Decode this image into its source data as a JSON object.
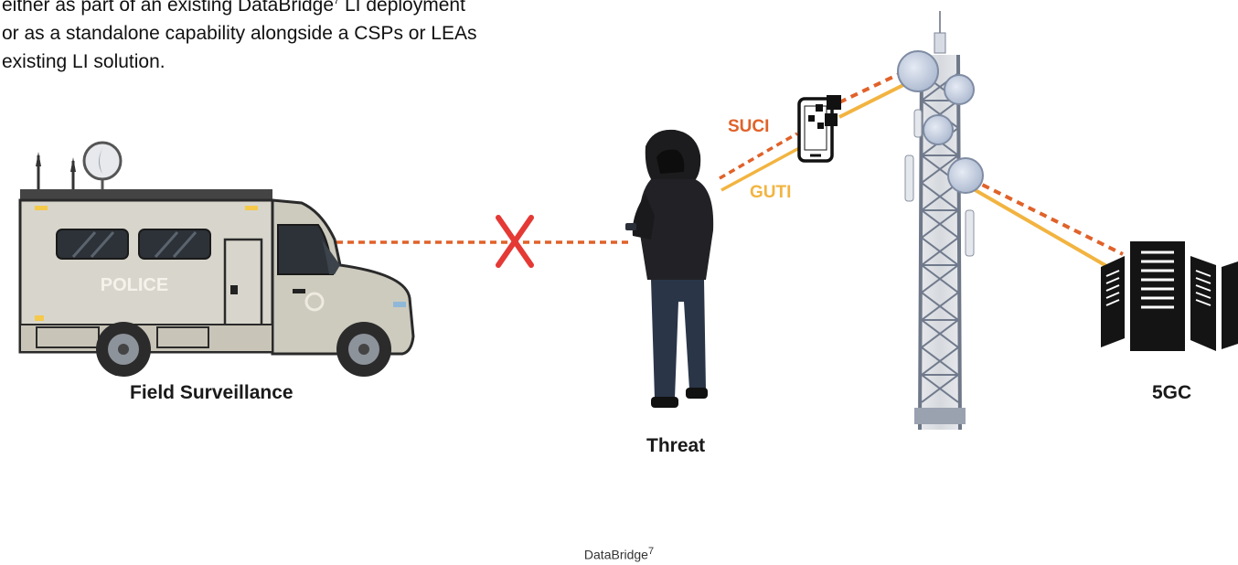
{
  "intro": {
    "line1_prefix": "either as part of an existing DataBridge",
    "line1_sup": "7",
    "line1_suffix": " LI deployment",
    "line2": "or as a standalone capability alongside a CSPs or LEAs",
    "line3": "existing LI solution."
  },
  "nodes": {
    "van_label": "Field Surveillance",
    "van_text": "POLICE",
    "threat_label": "Threat",
    "core_label": "5GC"
  },
  "signals": {
    "suci": "SUCI",
    "guti": "GUTI"
  },
  "colors": {
    "suci": "#e0622a",
    "guti": "#f2b440",
    "blocked": "#e53935"
  },
  "footer": {
    "brand": "DataBridge",
    "sup": "7"
  }
}
